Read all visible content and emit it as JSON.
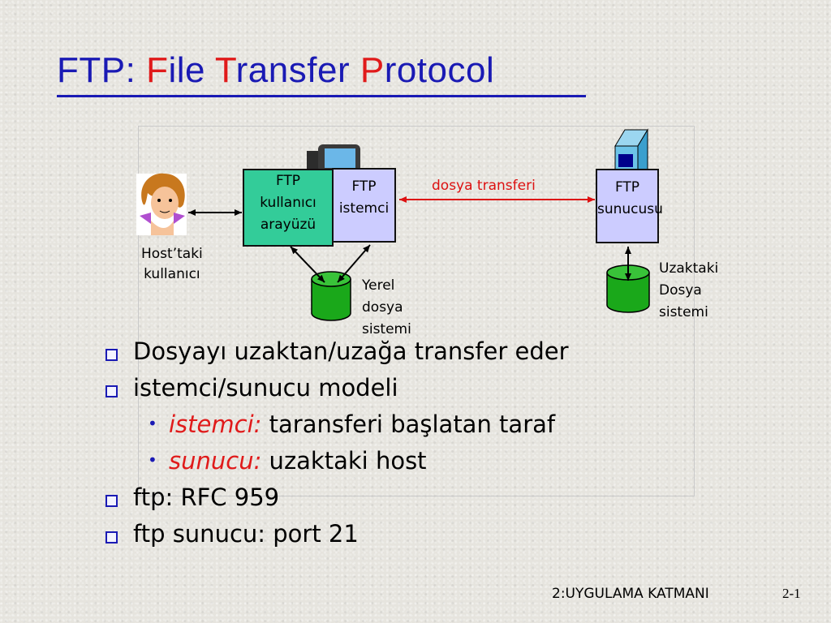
{
  "title": {
    "prefix": "FTP: ",
    "w1_first": "F",
    "w1_rest": "ile ",
    "w2_first": "T",
    "w2_rest": "ransfer ",
    "w3_first": "P",
    "w3_rest": "rotocol"
  },
  "diagram": {
    "user_label": [
      "Host’taki",
      "kullanıcı"
    ],
    "ui_box": [
      "FTP",
      "kullanıcı",
      "arayüzü"
    ],
    "client_box": [
      "FTP",
      "istemci"
    ],
    "server_box": [
      "FTP",
      "sunucusu"
    ],
    "transfer_label": "dosya transferi",
    "local_fs_label": [
      "Yerel",
      "dosya",
      "sistemi"
    ],
    "remote_fs_label": [
      "Uzaktaki",
      "Dosya",
      "sistemi"
    ]
  },
  "bullets": [
    "Dosyayı uzaktan/uzağa transfer eder",
    "istemci/sunucu modeli"
  ],
  "sub_bullets": [
    {
      "term": "istemci:",
      "text": " taransferi başlatan taraf"
    },
    {
      "term": "sunucu:",
      "text": " uzaktaki host"
    }
  ],
  "bullets2": [
    "ftp: RFC 959",
    "ftp sunucu: port 21"
  ],
  "footer": {
    "chapter": "2:UYGULAMA KATMANI",
    "page": "2-1"
  },
  "colors": {
    "title": "#1a1ab4",
    "accent": "#e01a1a",
    "box": "#ccccff",
    "disk": "#1aa81a"
  }
}
